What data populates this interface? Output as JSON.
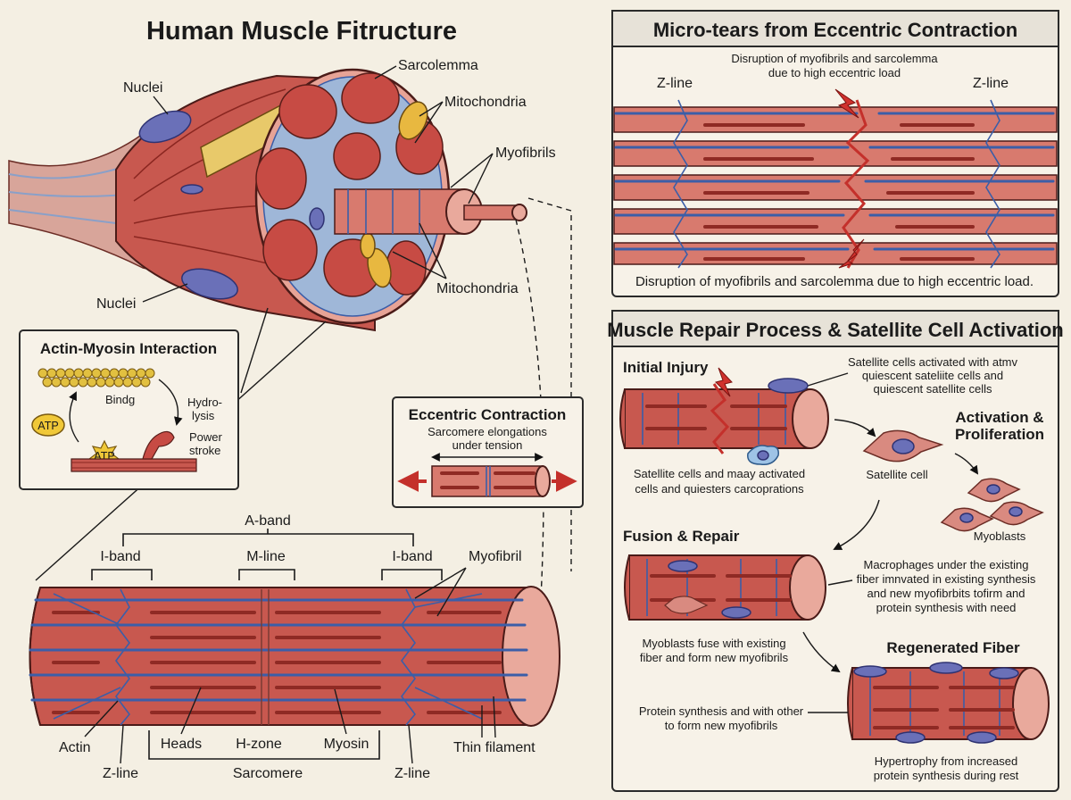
{
  "title": "Human Muscle Fitructure",
  "fiber_labels": {
    "sarcolemma": "Sarcolemma",
    "nuclei_top": "Nuclei",
    "nuclei_bottom": "Nuclei",
    "mitochondria_top": "Mitochondria",
    "mitochondria_bottom": "Mitochondria",
    "myofibrils": "Myofibrils"
  },
  "actin_myosin": {
    "title": "Actin-Myosin Interaction",
    "binding": "Bindg",
    "hydrolysis_line1": "Hydro-",
    "hydrolysis_line2": "lysis",
    "power_line1": "Power",
    "power_line2": "stroke",
    "atp_left": "ATP",
    "atp_bottom": "ATP"
  },
  "eccentric": {
    "title": "Eccentric Contraction",
    "caption_line1": "Sarcomere elongations",
    "caption_line2": "under tension"
  },
  "sarcomere": {
    "a_band": "A-band",
    "i_band_left": "I-band",
    "m_line": "M-line",
    "i_band_right": "I-band",
    "myofibril": "Myofibril",
    "actin": "Actin",
    "heads": "Heads",
    "h_zone": "H-zone",
    "myosin": "Myosin",
    "thin_filament": "Thin filament",
    "z_line_left": "Z-line",
    "sarcomere": "Sarcomere",
    "z_line_right": "Z-line"
  },
  "microtears": {
    "title": "Micro-tears from Eccentric Contraction",
    "top_caption_line1": "Disruption of myofibrils and sarcolemma",
    "top_caption_line2": "due to high eccentric load",
    "z_line_left": "Z-line",
    "z_line_right": "Z-line",
    "bottom_caption": "Disruption of myofibrils and sarcolemma due to high eccentric load."
  },
  "repair": {
    "title": "Muscle Repair Process & Satellite Cell Activation",
    "initial_injury": "Initial Injury",
    "sat_note_line1": "Satellite cells activated with atmv",
    "sat_note_line2": "quiescent sateliite cells and",
    "sat_note_line3": "quiescent satellite cells",
    "injury_caption_line1": "Satellite cells and maay activated",
    "injury_caption_line2": "cells and quiesters carcoprations",
    "activation_line1": "Activation &",
    "activation_line2": "Proliferation",
    "satellite_cell": "Satellite cell",
    "myoblasts": "Myoblasts",
    "fusion": "Fusion & Repair",
    "macro_line1": "Macrophages under the existing",
    "macro_line2": "fiber imnvated in existing synthesis",
    "macro_line3": "and new myofibrbits tofirm and",
    "macro_line4": "protein synthesis with need",
    "fuse_line1": "Myoblasts fuse with existing",
    "fuse_line2": "fiber  and form new myofibrils",
    "regenerated": "Regenerated Fiber",
    "protein_line1": "Protein synthesis and with other",
    "protein_line2": "to form new myofibrils",
    "hyper_line1": "Hypertrophy from increased",
    "hyper_line2": "protein synthesis during rest"
  },
  "colors": {
    "background": "#f4efe3",
    "muscle": "#c8584f",
    "actin": "#3b5ea8",
    "myosin": "#8f2a24",
    "nucleus": "#6a70b8",
    "mitochondria": "#e8b840",
    "tear": "#d0312d"
  }
}
